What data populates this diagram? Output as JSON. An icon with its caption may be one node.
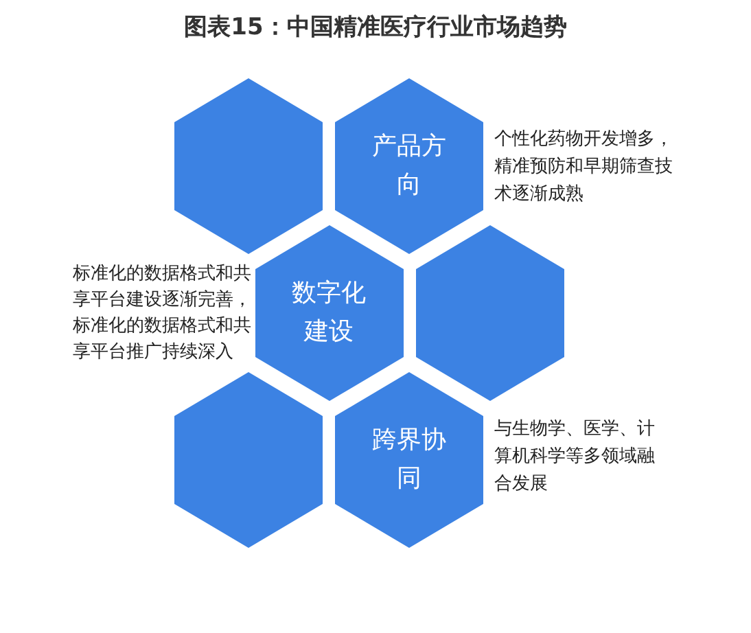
{
  "diagram": {
    "title": "图表15：中国精准医疗行业市场趋势",
    "nodes": [
      {
        "text": [],
        "shape": "hexagon"
      },
      {
        "text": [
          "产品方向"
        ],
        "beside": [
          "个性化药物开发增多，精准预防和早期筛查技术逐渐成熟"
        ]
      },
      {
        "text": [
          "数字化建设"
        ],
        "beside": [
          "标准化的数据格式和共享平台建设逐渐完善，标准化的数据格式和共享平台推广持续深入"
        ]
      },
      {
        "text": [],
        "shape": "hexagon"
      },
      {
        "text": [],
        "shape": "hexagon"
      },
      {
        "text": [
          "跨界协同"
        ],
        "beside": [
          "与生物学、医学、计算机科学等多领域融合发展"
        ]
      }
    ]
  }
}
